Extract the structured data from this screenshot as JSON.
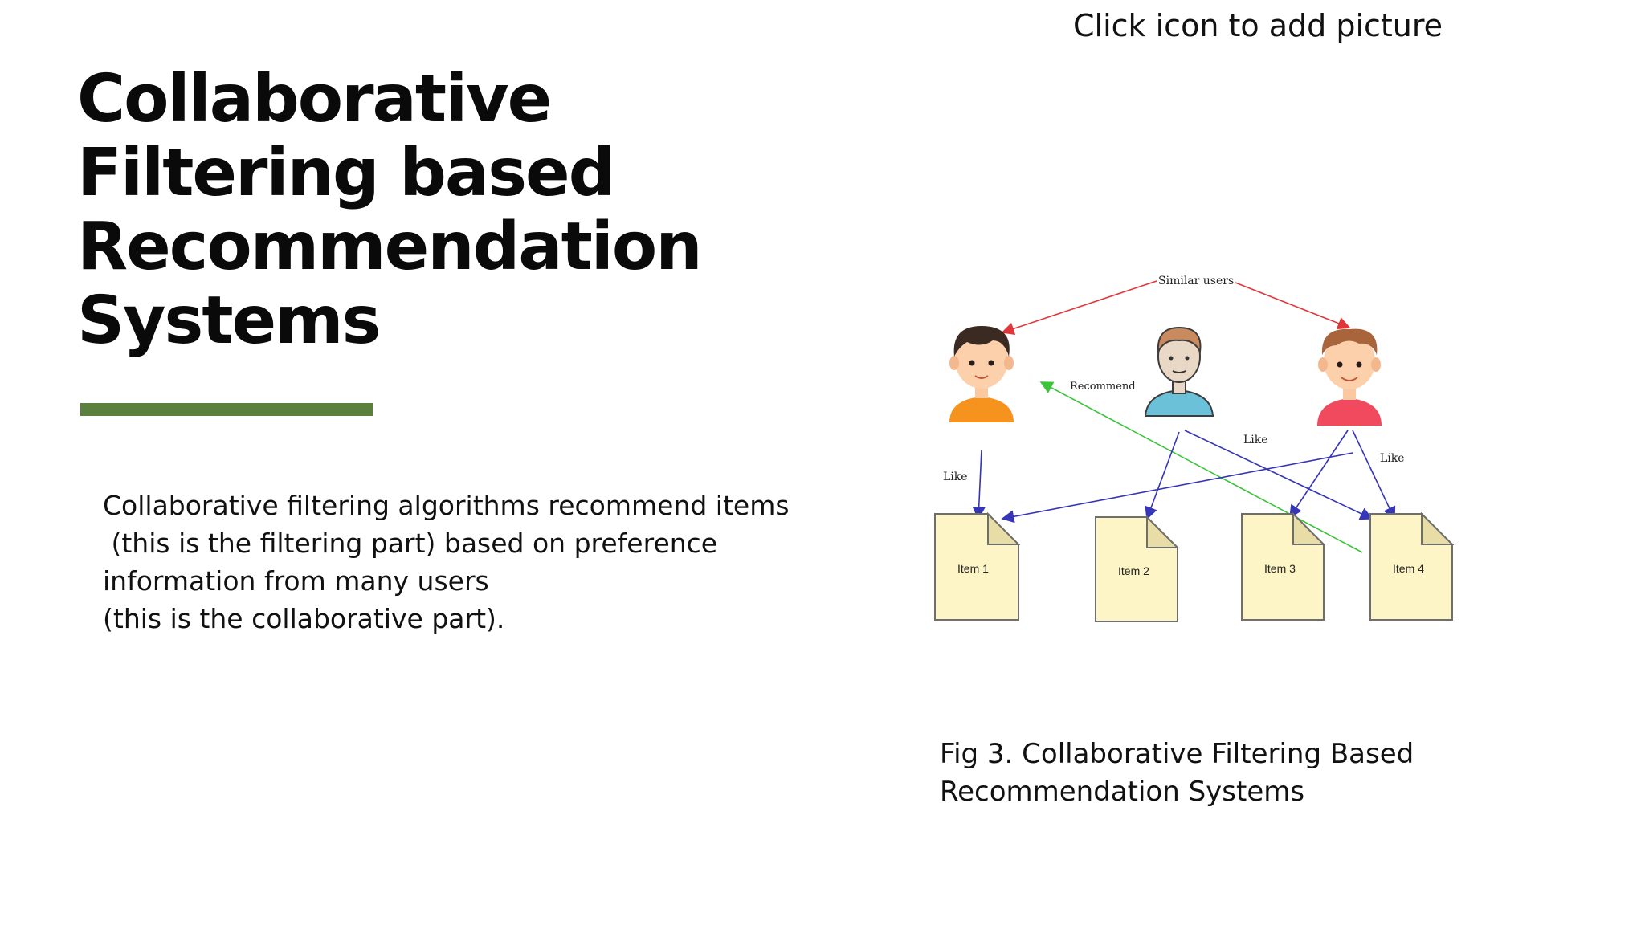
{
  "slide": {
    "picture_placeholder_hint": "Click icon to add picture",
    "title_lines": [
      "Collaborative",
      "Filtering based",
      "Recommendation",
      "Systems"
    ],
    "accent_color": "#5d7f3d",
    "body_lines": [
      "Collaborative filtering algorithms recommend items",
      " (this is the filtering part) based on preference",
      "information from many users",
      "(this is the collaborative part)."
    ],
    "caption_lines": [
      "Fig 3. Collaborative Filtering Based",
      "Recommendation Systems"
    ]
  },
  "diagram": {
    "labels": {
      "similar_users": "Similar users",
      "recommend": "Recommend",
      "like_left": "Like",
      "like_middle": "Like",
      "like_right": "Like"
    },
    "items": [
      "Item 1",
      "Item 2",
      "Item 3",
      "Item 4"
    ],
    "users": [
      "user-left",
      "user-middle",
      "user-right"
    ],
    "colors": {
      "similar_arrow": "#e0363a",
      "recommend_arrow": "#3cc43c",
      "like_arrow": "#3535b8",
      "document_fill": "#fdf5c6",
      "document_stroke": "#6e6e6e"
    }
  }
}
